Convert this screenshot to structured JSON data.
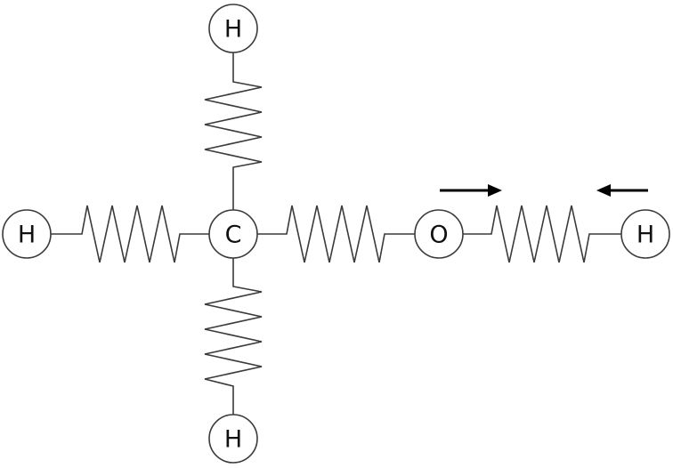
{
  "diagram": {
    "colors": {
      "stroke": "#3a3a3a",
      "arrow": "#000000",
      "background": "#ffffff"
    },
    "atoms": {
      "c": {
        "symbol": "C"
      },
      "o": {
        "symbol": "O"
      },
      "h_top": {
        "symbol": "H"
      },
      "h_bottom": {
        "symbol": "H"
      },
      "h_left": {
        "symbol": "H"
      },
      "h_right": {
        "symbol": "H"
      }
    },
    "bonds": [
      {
        "from": "c",
        "to": "h_top"
      },
      {
        "from": "c",
        "to": "h_bottom"
      },
      {
        "from": "h_left",
        "to": "c"
      },
      {
        "from": "c",
        "to": "o"
      },
      {
        "from": "o",
        "to": "h_right"
      }
    ],
    "arrows": [
      {
        "direction": "right",
        "near": "o"
      },
      {
        "direction": "left",
        "near": "h_right"
      }
    ]
  }
}
